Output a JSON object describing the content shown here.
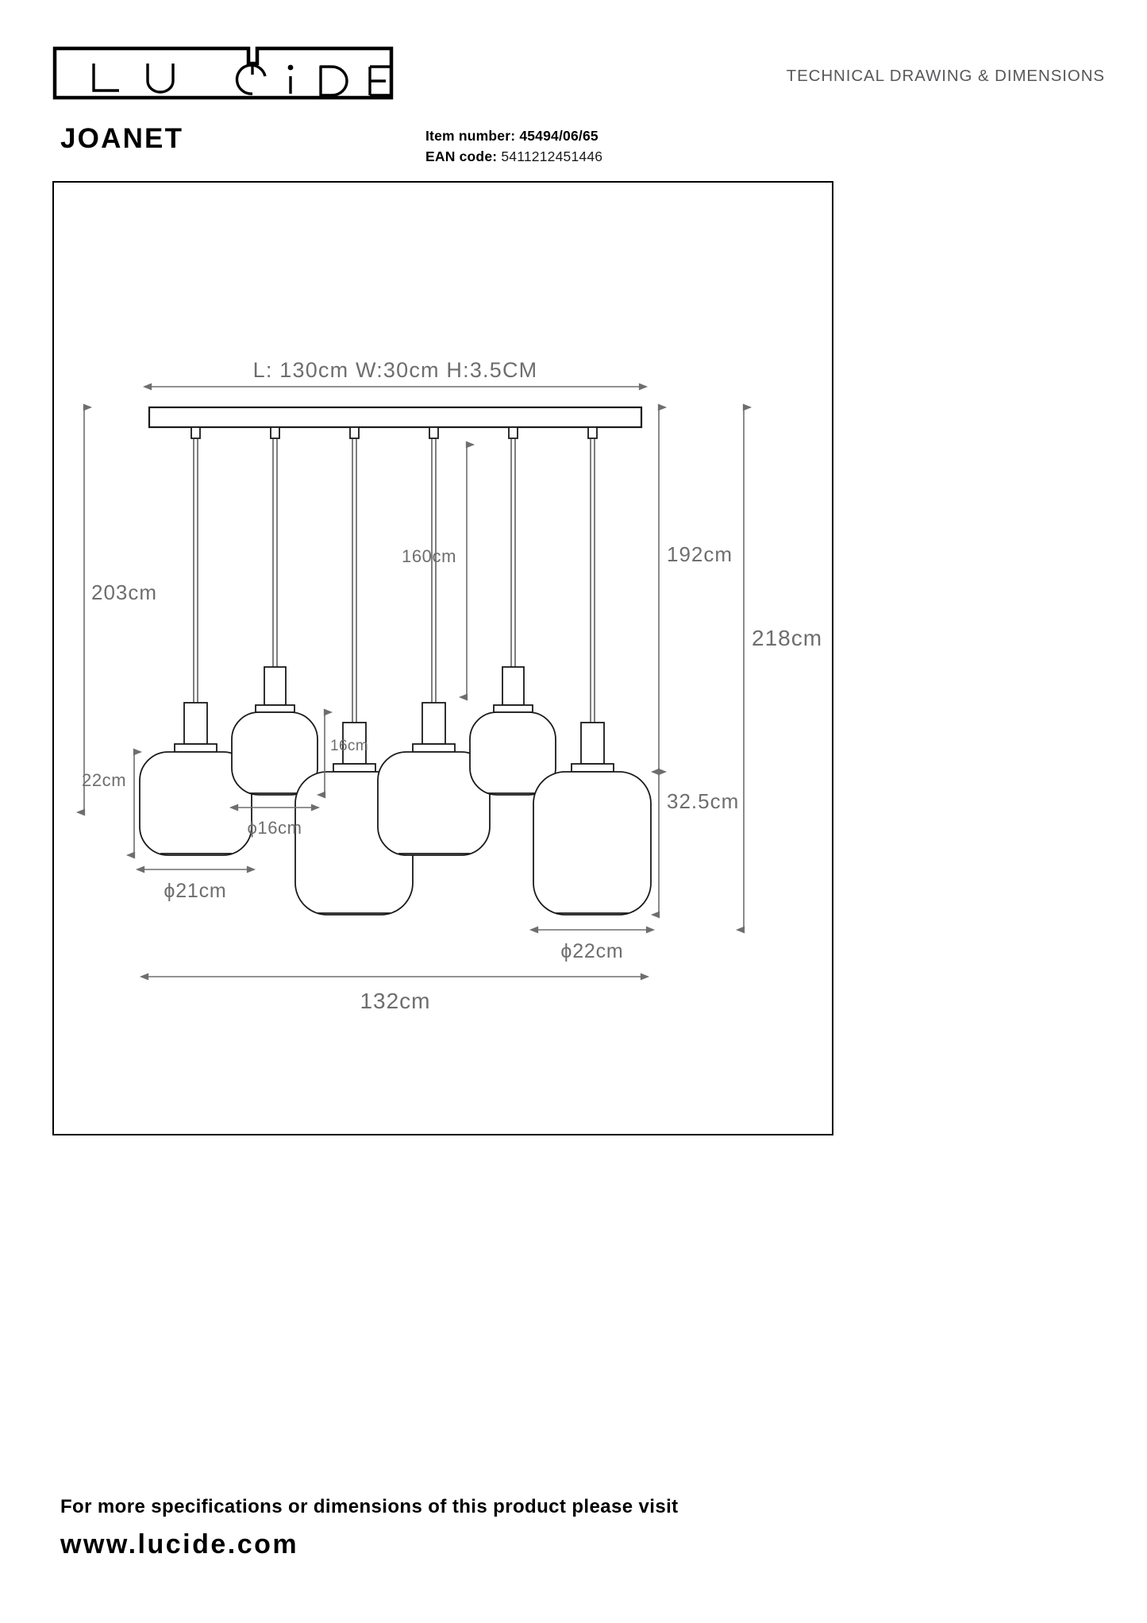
{
  "header": {
    "logo_text": "LUCIDE",
    "caption": "TECHNICAL DRAWING & DIMENSIONS"
  },
  "product": {
    "title": "JOANET",
    "item_number_label": "Item number:",
    "item_number_value": "45494/06/65",
    "ean_label": "EAN code",
    "ean_separator": ":",
    "ean_value": "5411212451446"
  },
  "drawing": {
    "canopy_dimension": "L: 130cm W:30cm H:3.5CM",
    "drop_203": "203cm",
    "drop_160": "160cm",
    "drop_192": "192cm",
    "total_218": "218cm",
    "shade_height_22": "22cm",
    "shade_height_16": "16cm",
    "shade_height_325": "32.5cm",
    "shade_dia_21": "ϕ21cm",
    "shade_dia_16": "ϕ16cm",
    "shade_dia_22": "ϕ22cm",
    "overall_width": "132cm"
  },
  "footer": {
    "line1": "For more specifications or dimensions of this product please visit",
    "line2": "www.lucide.com"
  },
  "colors": {
    "ink": "#000000",
    "dimension_gray": "#6e6e70",
    "caption_gray": "#58585a",
    "line_gray": "#8a8a8c"
  }
}
